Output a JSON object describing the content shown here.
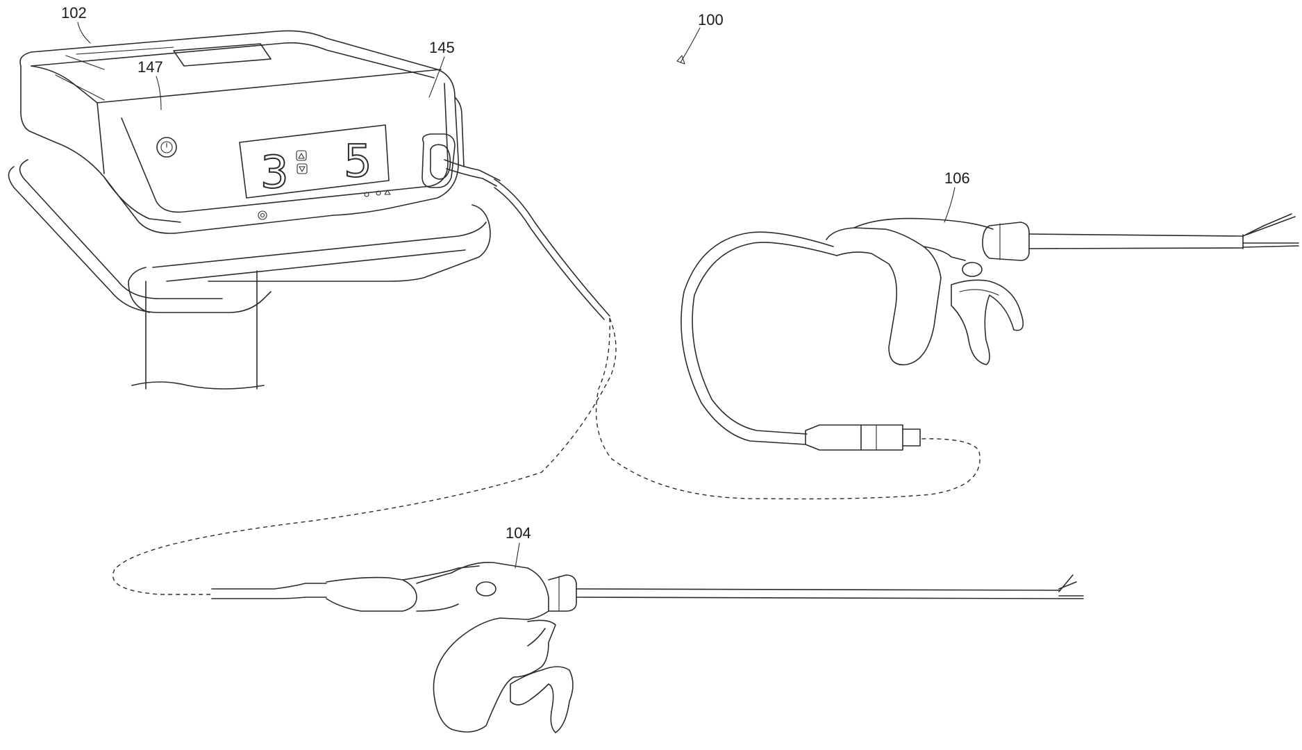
{
  "figure": {
    "reference_numerals": {
      "system": "100",
      "generator": "102",
      "instrument_a": "104",
      "instrument_b": "106",
      "generator_port": "145",
      "generator_housing": "147"
    },
    "display": {
      "left_value": "3",
      "right_value": "5"
    },
    "icons": {
      "power_button": "power-icon",
      "up_arrow": "up-arrow-icon",
      "down_arrow": "down-arrow-icon"
    },
    "line_color": "#2b2b2b"
  }
}
